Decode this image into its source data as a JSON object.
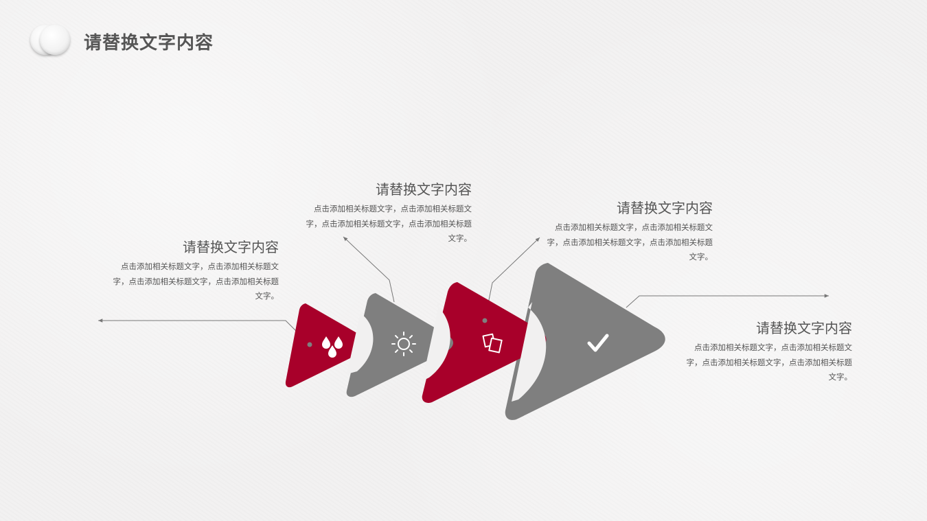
{
  "page": {
    "title": "请替换文字内容"
  },
  "colors": {
    "accent": "#a8002a",
    "gray": "#7f7f7f",
    "text": "#555555",
    "line": "#777777"
  },
  "steps": [
    {
      "heading": "请替换文字内容",
      "body": "点击添加相关标题文字，点击添加相关标题文字，点击添加相关标题文字，点击添加相关标题文字。",
      "icon": "water-drops-icon",
      "color": "accent"
    },
    {
      "heading": "请替换文字内容",
      "body": "点击添加相关标题文字，点击添加相关标题文字，点击添加相关标题文字，点击添加相关标题文字。",
      "icon": "sun-icon",
      "color": "gray"
    },
    {
      "heading": "请替换文字内容",
      "body": "点击添加相关标题文字，点击添加相关标题文字，点击添加相关标题文字，点击添加相关标题文字。",
      "icon": "cards-icon",
      "color": "accent"
    },
    {
      "heading": "请替换文字内容",
      "body": "点击添加相关标题文字，点击添加相关标题文字，点击添加相关标题文字，点击添加相关标题文字。",
      "icon": "checkmark-icon",
      "color": "gray"
    }
  ]
}
